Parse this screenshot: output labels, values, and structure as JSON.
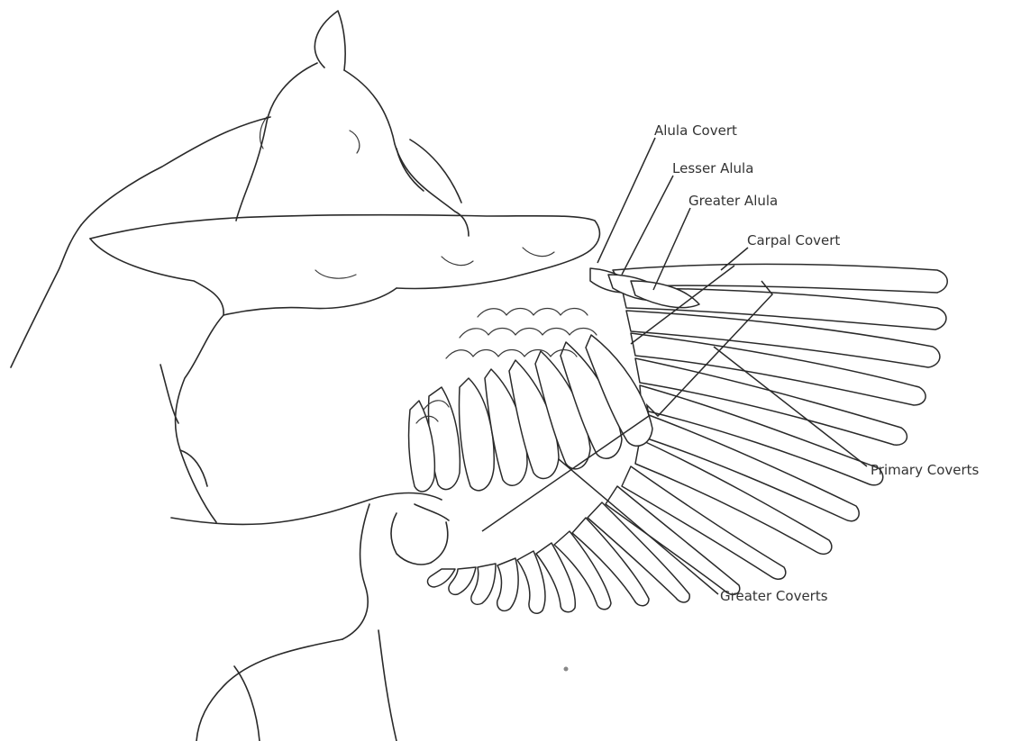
{
  "diagram": {
    "subject": "bird wing underside held in hand",
    "labels": {
      "alula_covert": "Alula Covert",
      "lesser_alula": "Lesser Alula",
      "greater_alula": "Greater Alula",
      "carpal_covert": "Carpal Covert",
      "primary_coverts": "Primary Coverts",
      "greater_coverts": "Greater Coverts"
    },
    "colors": {
      "ink": "#2a2a2a",
      "label_text": "#333333",
      "background": "#ffffff"
    }
  }
}
